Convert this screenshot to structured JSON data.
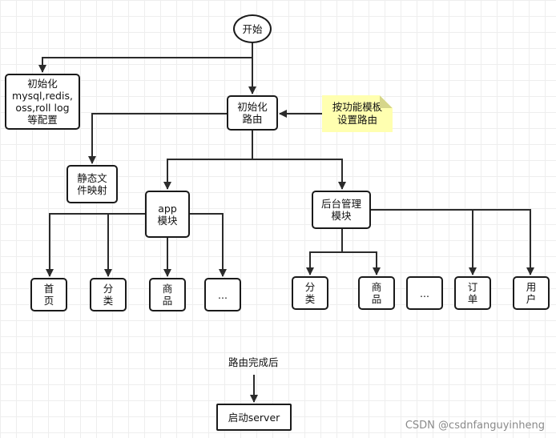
{
  "nodes": {
    "start": "开始",
    "init_config": "初始化\nmysql,redis,\noss,roll log\n等配置",
    "init_route": "初始化\n路由",
    "note_route": "按功能模板\n设置路由",
    "static_files": "静态文\n件映射",
    "app_module": "app\n模块",
    "admin_module": "后台管理\n模块",
    "app_home": "首\n页",
    "app_category": "分\n类",
    "app_goods": "商\n品",
    "app_more": "...",
    "admin_category": "分\n类",
    "admin_goods": "商\n品",
    "admin_more": "...",
    "admin_order": "订\n单",
    "admin_user": "用\n户",
    "after_route_label": "路由完成后",
    "start_server": "启动server"
  },
  "watermark": "CSDN @csdnfanguyinheng",
  "colors": {
    "line": "#2b2b2b",
    "note_fill": "#ffffb0",
    "grid": "#eeeeee"
  }
}
